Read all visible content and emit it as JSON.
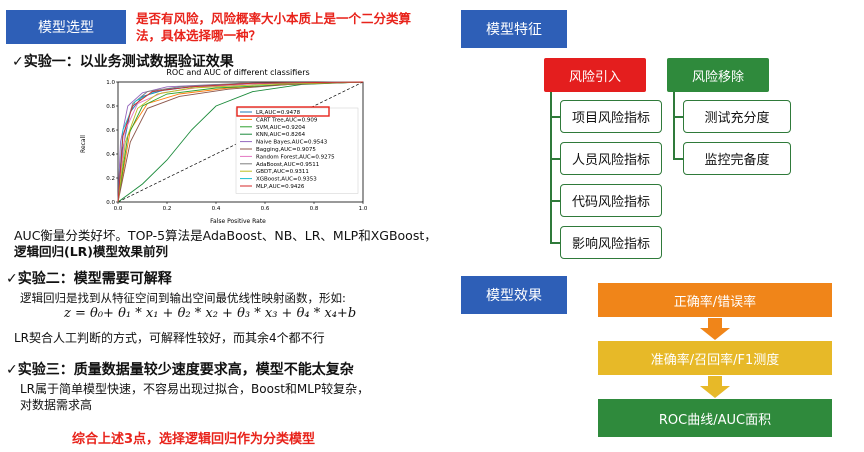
{
  "left": {
    "section_label": "模型选型",
    "question": "是否有风险，风险概率大小本质上是一个二分类算法，具体选择哪一种？",
    "exp1_title": "✓实验一：以业务测试数据验证效果",
    "exp1_desc_line1": "AUC衡量分类好坏。TOP-5算法是AdaBoost、NB、LR、MLP和XGBoost，",
    "exp1_desc_line2": "逻辑回归(LR)模型效果前列",
    "exp2_title": "✓实验二：模型需要可解释",
    "exp2_desc": "逻辑回归是找到从特征空间到输出空间最优线性映射函数，形如:",
    "formula": "z = θ₀+ θ₁ * x₁ + θ₂ * x₂ + θ₃ * x₃ + θ₄ * x₄+b",
    "exp2_note": "LR契合人工判断的方式，可解释性较好，而其余4个都不行",
    "exp3_title": "✓实验三：质量数据量较少速度要求高，模型不能太复杂",
    "exp3_desc_line1": "LR属于简单模型快速，不容易出现过拟合，Boost和MLP较复杂，",
    "exp3_desc_line2": "对数据需求高",
    "conclusion": "综合上述3点，选择逻辑回归作为分类模型"
  },
  "chart_data": {
    "type": "line",
    "title": "ROC and AUC of different classifiers",
    "xlabel": "False Positive Rate",
    "ylabel": "Recall",
    "xlim": [
      0.0,
      1.0
    ],
    "ylim": [
      0.0,
      1.0
    ],
    "xticks": [
      "0.0",
      "0.2",
      "0.4",
      "0.6",
      "0.8",
      "1.0"
    ],
    "yticks": [
      "0.0",
      "0.2",
      "0.4",
      "0.6",
      "0.8",
      "1.0"
    ],
    "legend_position": "center-right",
    "highlighted_series": "LR",
    "series": [
      {
        "name": "LR,AUC=0.9478",
        "color": "#1f77b4",
        "points": [
          [
            0,
            0
          ],
          [
            0.02,
            0.45
          ],
          [
            0.05,
            0.75
          ],
          [
            0.1,
            0.88
          ],
          [
            0.2,
            0.94
          ],
          [
            0.35,
            0.97
          ],
          [
            0.6,
            0.99
          ],
          [
            1,
            1
          ]
        ]
      },
      {
        "name": "CART Tree,AUC=0.909",
        "color": "#ff7f0e",
        "points": [
          [
            0,
            0
          ],
          [
            0.05,
            0.6
          ],
          [
            0.12,
            0.82
          ],
          [
            0.25,
            0.9
          ],
          [
            0.45,
            0.95
          ],
          [
            0.7,
            0.98
          ],
          [
            1,
            1
          ]
        ]
      },
      {
        "name": "SVM,AUC=0.9204",
        "color": "#2ca02c",
        "points": [
          [
            0,
            0
          ],
          [
            0.04,
            0.55
          ],
          [
            0.1,
            0.8
          ],
          [
            0.2,
            0.9
          ],
          [
            0.4,
            0.95
          ],
          [
            0.7,
            0.98
          ],
          [
            1,
            1
          ]
        ]
      },
      {
        "name": "KNN,AUC=0.8264",
        "color": "#1a8a3a",
        "points": [
          [
            0,
            0
          ],
          [
            0.1,
            0.15
          ],
          [
            0.2,
            0.35
          ],
          [
            0.3,
            0.6
          ],
          [
            0.4,
            0.8
          ],
          [
            0.55,
            0.92
          ],
          [
            0.75,
            0.98
          ],
          [
            1,
            1
          ]
        ]
      },
      {
        "name": "Naive Bayes,AUC=0.9543",
        "color": "#9467bd",
        "points": [
          [
            0,
            0
          ],
          [
            0.01,
            0.5
          ],
          [
            0.04,
            0.8
          ],
          [
            0.1,
            0.91
          ],
          [
            0.2,
            0.96
          ],
          [
            0.4,
            0.98
          ],
          [
            1,
            1
          ]
        ]
      },
      {
        "name": "Bagging,AUC=0.9075",
        "color": "#8c564b",
        "points": [
          [
            0,
            0
          ],
          [
            0.05,
            0.5
          ],
          [
            0.12,
            0.78
          ],
          [
            0.25,
            0.88
          ],
          [
            0.45,
            0.94
          ],
          [
            0.7,
            0.98
          ],
          [
            1,
            1
          ]
        ]
      },
      {
        "name": "Random Forest,AUC=0.9275",
        "color": "#e377c2",
        "points": [
          [
            0,
            0
          ],
          [
            0.03,
            0.6
          ],
          [
            0.08,
            0.82
          ],
          [
            0.18,
            0.91
          ],
          [
            0.35,
            0.96
          ],
          [
            0.6,
            0.99
          ],
          [
            1,
            1
          ]
        ]
      },
      {
        "name": "AdaBoost,AUC=0.9511",
        "color": "#7f7f7f",
        "points": [
          [
            0,
            0
          ],
          [
            0.02,
            0.55
          ],
          [
            0.06,
            0.82
          ],
          [
            0.12,
            0.92
          ],
          [
            0.25,
            0.96
          ],
          [
            0.5,
            0.99
          ],
          [
            1,
            1
          ]
        ]
      },
      {
        "name": "GBDT,AUC=0.9311",
        "color": "#bcbd22",
        "points": [
          [
            0,
            0
          ],
          [
            0.03,
            0.5
          ],
          [
            0.08,
            0.78
          ],
          [
            0.16,
            0.9
          ],
          [
            0.3,
            0.95
          ],
          [
            0.6,
            0.98
          ],
          [
            1,
            1
          ]
        ]
      },
      {
        "name": "XGBoost,AUC=0.9353",
        "color": "#17becf",
        "points": [
          [
            0,
            0
          ],
          [
            0.02,
            0.6
          ],
          [
            0.07,
            0.84
          ],
          [
            0.15,
            0.92
          ],
          [
            0.3,
            0.96
          ],
          [
            0.55,
            0.99
          ],
          [
            1,
            1
          ]
        ]
      },
      {
        "name": "MLP,AUC=0.9426",
        "color": "#d62728",
        "points": [
          [
            0,
            0
          ],
          [
            0.02,
            0.55
          ],
          [
            0.06,
            0.8
          ],
          [
            0.14,
            0.92
          ],
          [
            0.3,
            0.96
          ],
          [
            0.55,
            0.99
          ],
          [
            1,
            1
          ]
        ]
      }
    ]
  },
  "right": {
    "features_label": "模型特征",
    "risk_intro": "风险引入",
    "risk_remove": "风险移除",
    "intro_items": [
      "项目风险指标",
      "人员风险指标",
      "代码风险指标",
      "影响风险指标"
    ],
    "remove_items": [
      "测试充分度",
      "监控完备度"
    ],
    "effect_label": "模型效果",
    "effect_steps": [
      "正确率/错误率",
      "准确率/召回率/F1测度",
      "ROC曲线/AUC面积"
    ],
    "colors": {
      "label_blue": "#2e5fb7",
      "risk_intro_red": "#e41e1e",
      "risk_remove_green": "#2f8a3c",
      "step_orange": "#f08519",
      "step_yellow": "#e7b928",
      "step_green": "#2f8a3c",
      "highlight_red": "#e8231b"
    }
  }
}
